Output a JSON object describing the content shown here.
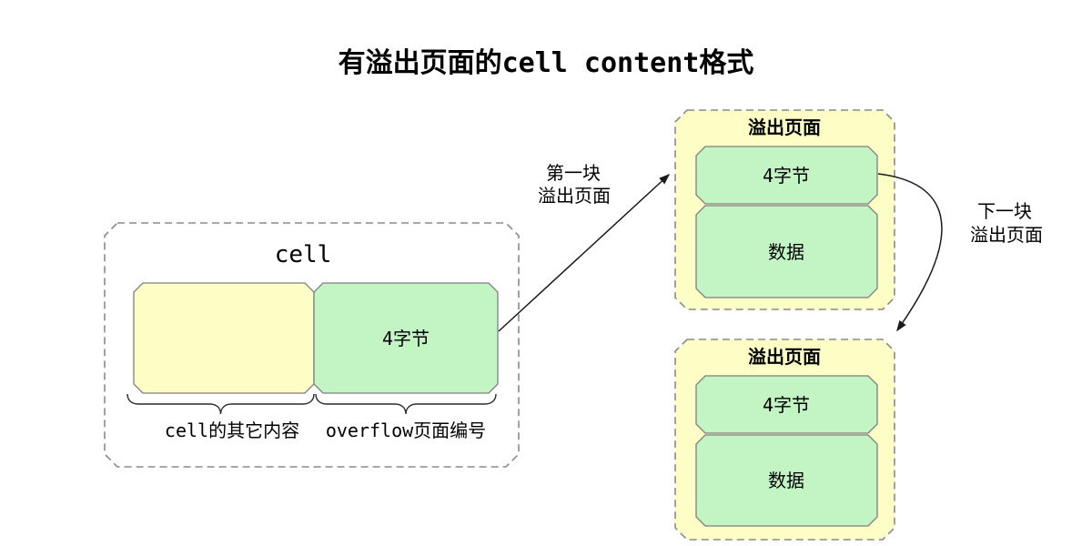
{
  "title": "有溢出页面的cell content格式",
  "colors": {
    "yellow_fill": "#FDFDC6",
    "green_fill": "#C3F5C4",
    "box_border": "#7f7f7f",
    "dash_border": "#8a8a8a",
    "arrow": "#1a1a1a",
    "text": "#000000"
  },
  "cell_box": {
    "label": "cell",
    "green_field": "4字节",
    "brace_left_label": "cell的其它内容",
    "brace_right_label": "overflow页面编号"
  },
  "overflow_top": {
    "title": "溢出页面",
    "field_pointer": "4字节",
    "field_data": "数据"
  },
  "overflow_bottom": {
    "title": "溢出页面",
    "field_pointer": "4字节",
    "field_data": "数据"
  },
  "arrow_first": {
    "label_line1": "第一块",
    "label_line2": "溢出页面"
  },
  "arrow_next": {
    "label_line1": "下一块",
    "label_line2": "溢出页面"
  }
}
